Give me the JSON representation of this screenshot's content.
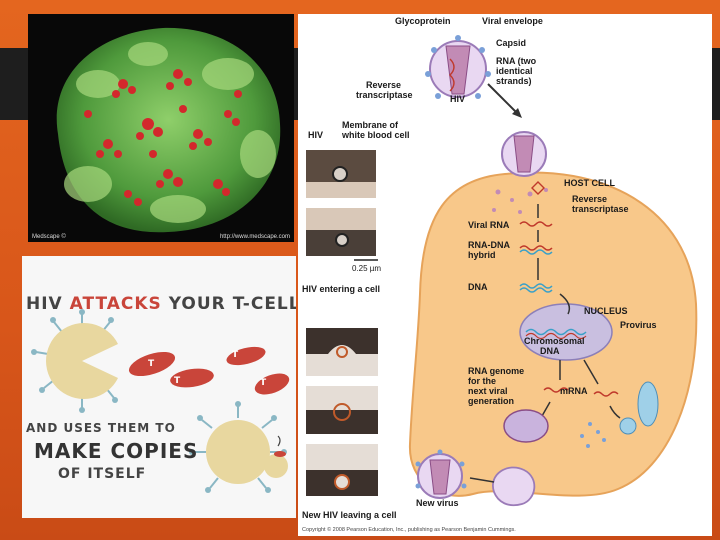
{
  "photo": {
    "credit_left": "Medscape ©",
    "credit_right": "http://www.medscape.com"
  },
  "cartoon": {
    "line1_a": "HIV",
    "line1_b": "ATTACKS",
    "line1_c": "YOUR T-CELLS",
    "cell_label": "T",
    "line2": "AND USES THEM TO",
    "line3": "MAKE COPIES",
    "line4": "OF ITSELF"
  },
  "diagram": {
    "glycoprotein": "Glycoprotein",
    "viral_envelope": "Viral envelope",
    "capsid": "Capsid",
    "rna_two": "RNA (two",
    "identical": "identical",
    "strands": "strands)",
    "reverse": "Reverse",
    "transcriptase": "transcriptase",
    "hiv_top": "HIV",
    "hiv_photo": "HIV",
    "membrane_1": "Membrane of",
    "membrane_2": "white blood cell",
    "scale": "0.25 µm",
    "hiv_entering": "HIV entering a cell",
    "new_hiv_leaving": "New HIV leaving a cell",
    "host_cell": "HOST CELL",
    "rt_1": "Reverse",
    "rt_2": "transcriptase",
    "viral_rna": "Viral RNA",
    "rna_dna_1": "RNA-DNA",
    "rna_dna_2": "hybrid",
    "dna": "DNA",
    "nucleus": "NUCLEUS",
    "provirus": "Provirus",
    "chromosomal_1": "Chromosomal",
    "chromosomal_2": "DNA",
    "rna_genome_1": "RNA genome",
    "rna_genome_2": "for the",
    "rna_genome_3": "next viral",
    "rna_genome_4": "generation",
    "mrna": "mRNA",
    "new_virus": "New virus",
    "copyright": "Copyright © 2008 Pearson Education, Inc., publishing as Pearson Benjamin Cummings."
  }
}
